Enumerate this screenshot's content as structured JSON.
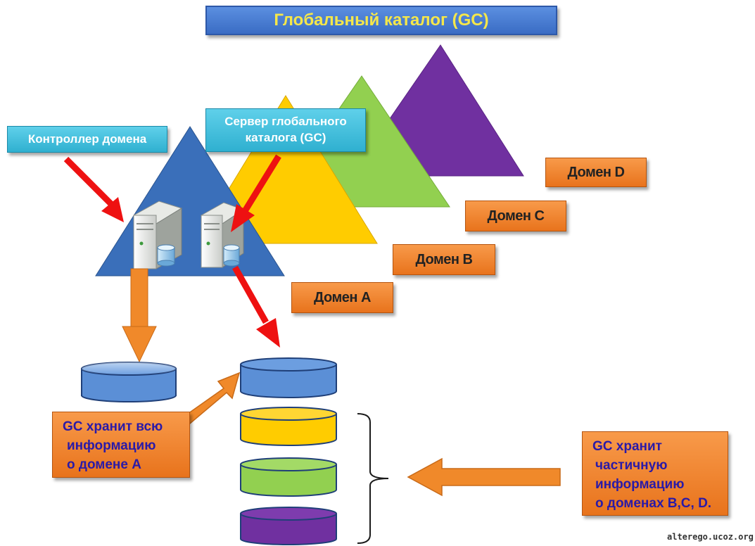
{
  "title": "Глобальный каталог (GC)",
  "labels": {
    "domain_controller": "Контроллер домена",
    "gc_server_line1": "Сервер глобального",
    "gc_server_line2": "каталога (GC)"
  },
  "domains": {
    "a": "Домен А",
    "b": "Домен B",
    "c": "Домен С",
    "d": "Домен D"
  },
  "notes": {
    "full_info": [
      "GC хранит всю",
      "информацию",
      "о домене А"
    ],
    "partial_info": [
      "GC хранит",
      "частичную",
      "информацию",
      "о доменах B,C, D."
    ]
  },
  "watermark": "alterego.ucoz.org",
  "colors": {
    "domain_a": "#3a6fba",
    "domain_b": "#ffcc00",
    "domain_c": "#92d050",
    "domain_d": "#7030a0",
    "arrow_red": "#ee1111",
    "arrow_orange": "#f0892a"
  }
}
